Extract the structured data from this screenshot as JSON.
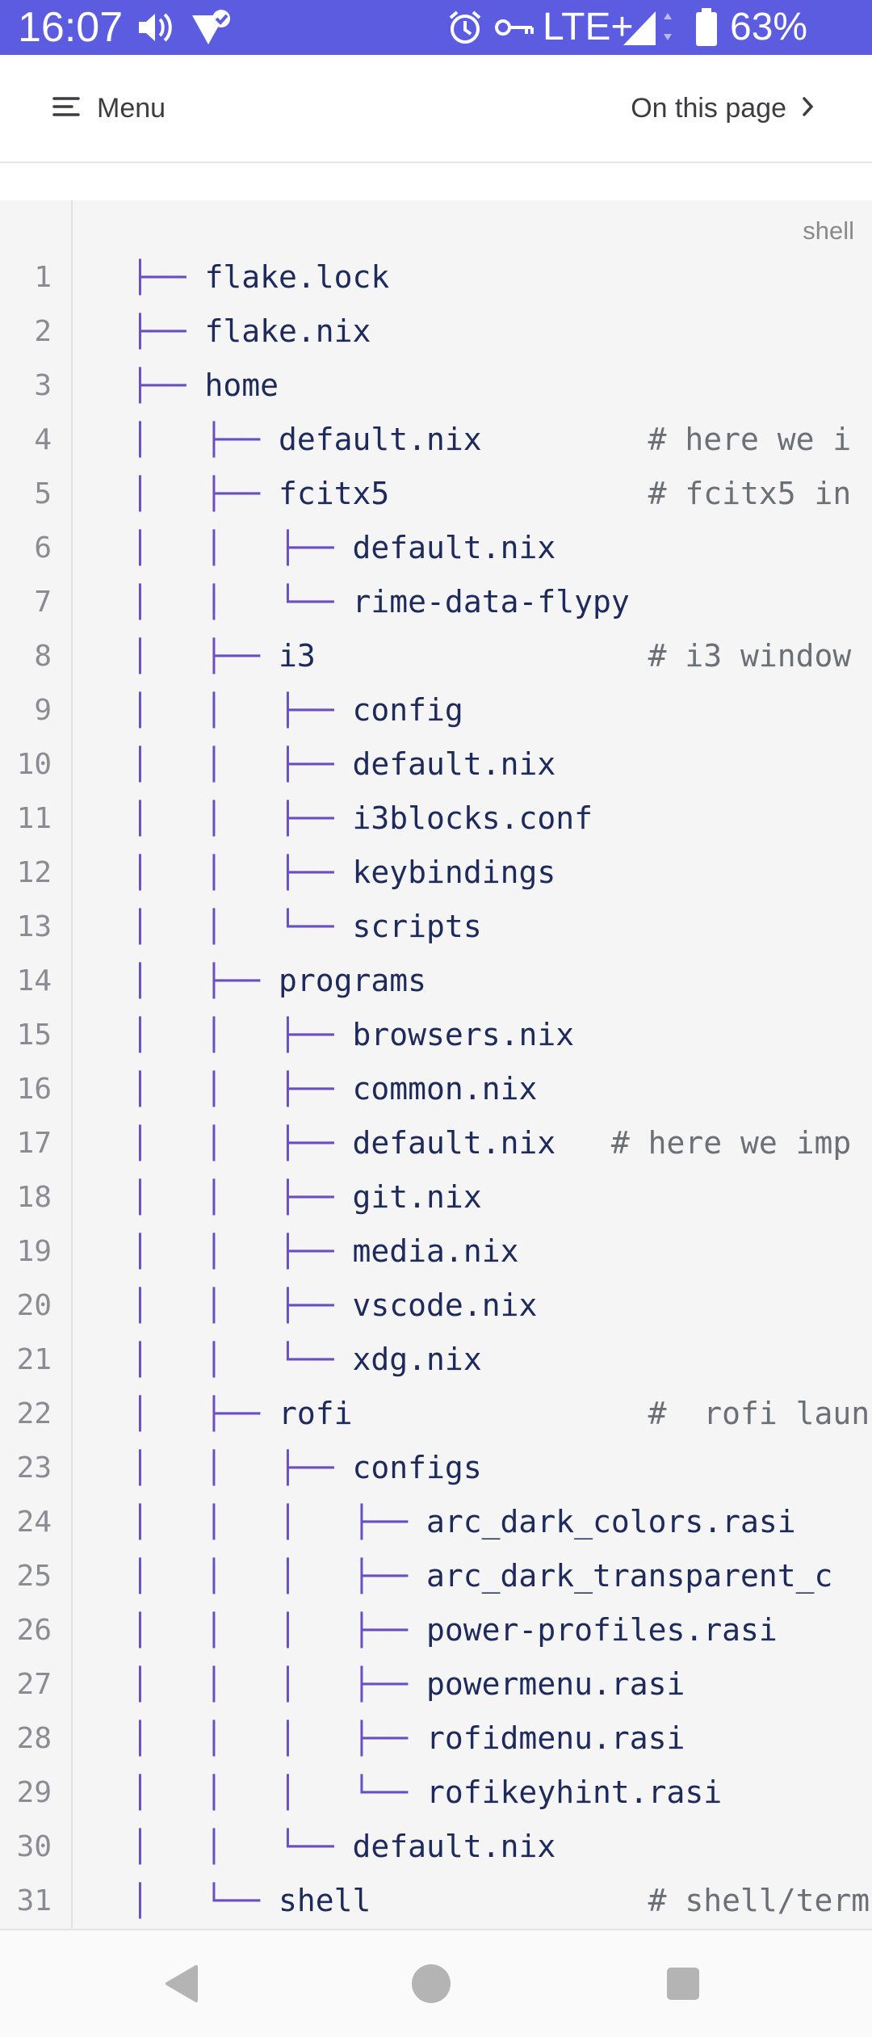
{
  "status_bar": {
    "time": "16:07",
    "network": "LTE+",
    "battery": "63%",
    "icons": [
      "volume-icon",
      "signal-check-icon",
      "alarm-icon",
      "vpn-key-icon",
      "signal-icon",
      "battery-icon"
    ]
  },
  "header": {
    "menu_label": "Menu",
    "on_this_page_label": "On this page"
  },
  "code": {
    "language": "shell",
    "lines": [
      {
        "n": "1",
        "prefix": "├── ",
        "name": "flake.lock",
        "comment": ""
      },
      {
        "n": "2",
        "prefix": "├── ",
        "name": "flake.nix",
        "comment": ""
      },
      {
        "n": "3",
        "prefix": "├── ",
        "name": "home",
        "comment": ""
      },
      {
        "n": "4",
        "prefix": "│   ├── ",
        "name": "default.nix",
        "comment": "         # here we i"
      },
      {
        "n": "5",
        "prefix": "│   ├── ",
        "name": "fcitx5",
        "comment": "              # fcitx5 in"
      },
      {
        "n": "6",
        "prefix": "│   │   ├── ",
        "name": "default.nix",
        "comment": ""
      },
      {
        "n": "7",
        "prefix": "│   │   └── ",
        "name": "rime-data-flypy",
        "comment": ""
      },
      {
        "n": "8",
        "prefix": "│   ├── ",
        "name": "i3",
        "comment": "                  # i3 window"
      },
      {
        "n": "9",
        "prefix": "│   │   ├── ",
        "name": "config",
        "comment": ""
      },
      {
        "n": "10",
        "prefix": "│   │   ├── ",
        "name": "default.nix",
        "comment": ""
      },
      {
        "n": "11",
        "prefix": "│   │   ├── ",
        "name": "i3blocks.conf",
        "comment": ""
      },
      {
        "n": "12",
        "prefix": "│   │   ├── ",
        "name": "keybindings",
        "comment": ""
      },
      {
        "n": "13",
        "prefix": "│   │   └── ",
        "name": "scripts",
        "comment": ""
      },
      {
        "n": "14",
        "prefix": "│   ├── ",
        "name": "programs",
        "comment": ""
      },
      {
        "n": "15",
        "prefix": "│   │   ├── ",
        "name": "browsers.nix",
        "comment": ""
      },
      {
        "n": "16",
        "prefix": "│   │   ├── ",
        "name": "common.nix",
        "comment": ""
      },
      {
        "n": "17",
        "prefix": "│   │   ├── ",
        "name": "default.nix",
        "comment": "   # here we imp"
      },
      {
        "n": "18",
        "prefix": "│   │   ├── ",
        "name": "git.nix",
        "comment": ""
      },
      {
        "n": "19",
        "prefix": "│   │   ├── ",
        "name": "media.nix",
        "comment": ""
      },
      {
        "n": "20",
        "prefix": "│   │   ├── ",
        "name": "vscode.nix",
        "comment": ""
      },
      {
        "n": "21",
        "prefix": "│   │   └── ",
        "name": "xdg.nix",
        "comment": ""
      },
      {
        "n": "22",
        "prefix": "│   ├── ",
        "name": "rofi",
        "comment": "                #  rofi launc"
      },
      {
        "n": "23",
        "prefix": "│   │   ├── ",
        "name": "configs",
        "comment": ""
      },
      {
        "n": "24",
        "prefix": "│   │   │   ├── ",
        "name": "arc_dark_colors.rasi",
        "comment": ""
      },
      {
        "n": "25",
        "prefix": "│   │   │   ├── ",
        "name": "arc_dark_transparent_c",
        "comment": ""
      },
      {
        "n": "26",
        "prefix": "│   │   │   ├── ",
        "name": "power-profiles.rasi",
        "comment": ""
      },
      {
        "n": "27",
        "prefix": "│   │   │   ├── ",
        "name": "powermenu.rasi",
        "comment": ""
      },
      {
        "n": "28",
        "prefix": "│   │   │   ├── ",
        "name": "rofidmenu.rasi",
        "comment": ""
      },
      {
        "n": "29",
        "prefix": "│   │   │   └── ",
        "name": "rofikeyhint.rasi",
        "comment": ""
      },
      {
        "n": "30",
        "prefix": "│   │   └── ",
        "name": "default.nix",
        "comment": ""
      },
      {
        "n": "31",
        "prefix": "│   └── ",
        "name": "shell",
        "comment": "               # shell/termi"
      }
    ]
  },
  "nav_bar": {
    "buttons": [
      "back-icon",
      "home-icon",
      "recents-icon"
    ]
  },
  "colors": {
    "status_bar": "#5c5ce0",
    "tree_lines": "#6a4fc2",
    "file_names": "#1f2a5c",
    "comments": "#6b6f76",
    "code_bg": "#f5f5f5"
  }
}
